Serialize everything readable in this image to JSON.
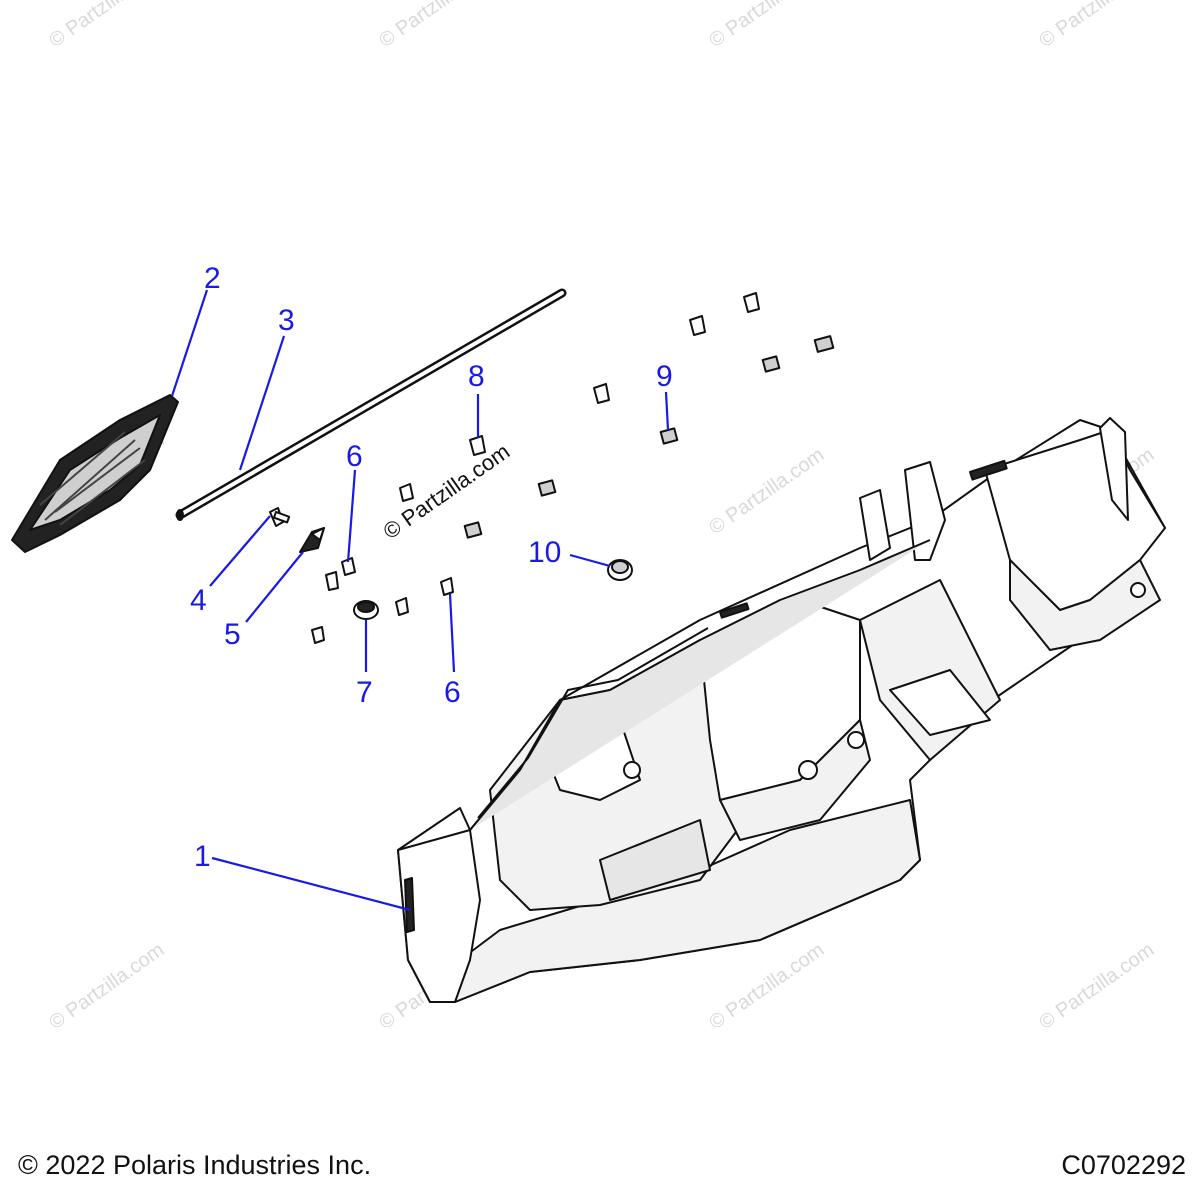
{
  "watermark": {
    "text": "© Partzilla.com"
  },
  "callouts": [
    {
      "id": "c1",
      "label": "1"
    },
    {
      "id": "c2",
      "label": "2"
    },
    {
      "id": "c3",
      "label": "3"
    },
    {
      "id": "c4",
      "label": "4"
    },
    {
      "id": "c5",
      "label": "5"
    },
    {
      "id": "c6a",
      "label": "6"
    },
    {
      "id": "c6b",
      "label": "6"
    },
    {
      "id": "c7",
      "label": "7"
    },
    {
      "id": "c8",
      "label": "8"
    },
    {
      "id": "c9",
      "label": "9"
    },
    {
      "id": "c10",
      "label": "10"
    }
  ],
  "footer": {
    "copyright": "© 2022 Polaris Industries Inc.",
    "diagram_code": "C0702292"
  },
  "colors": {
    "callout": "#1a1ae6",
    "line": "#111111",
    "watermark": "#d9d9d9"
  }
}
